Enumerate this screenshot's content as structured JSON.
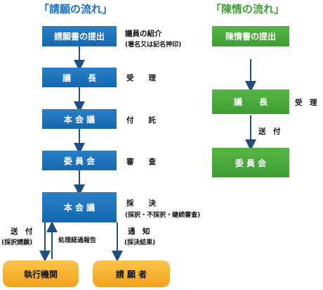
{
  "petition": {
    "title": "「請願の流れ」",
    "boxes": {
      "submit": "請願書の提出",
      "chair": "議　　長",
      "plenary1": "本 会 議",
      "committee": "委 員 会",
      "plenary2": "本 会 議"
    },
    "labels": {
      "intro_line1": "議員の紹介",
      "intro_line2": "(署名又は記名押印)",
      "receipt": "受　　理",
      "refer": "付　　託",
      "review": "審　　査",
      "vote_line1": "採　　決",
      "vote_line2": "(採択・不採択・継続審査)",
      "send_line1": "送　付",
      "send_line2": "(採択請願)",
      "report": "処理経過報告",
      "notify_line1": "通　知",
      "notify_line2": "(採決結果)"
    },
    "endpoints": {
      "executive": "執行機関",
      "petitioner": "請 願 者"
    }
  },
  "statement": {
    "title": "「陳情の流れ」",
    "boxes": {
      "submit": "陳情書の提出",
      "chair": "議　　長",
      "committee": "委 員 会"
    },
    "labels": {
      "receipt": "受　理",
      "send": "送　付"
    }
  },
  "colors": {
    "blue_title": "#1a6fc0",
    "green_title": "#3f9e33",
    "blue_box": "#1a6fb8",
    "green_box": "#4aab3b",
    "orange_box": "#f6b02c",
    "arrow": "#1f4f80"
  }
}
